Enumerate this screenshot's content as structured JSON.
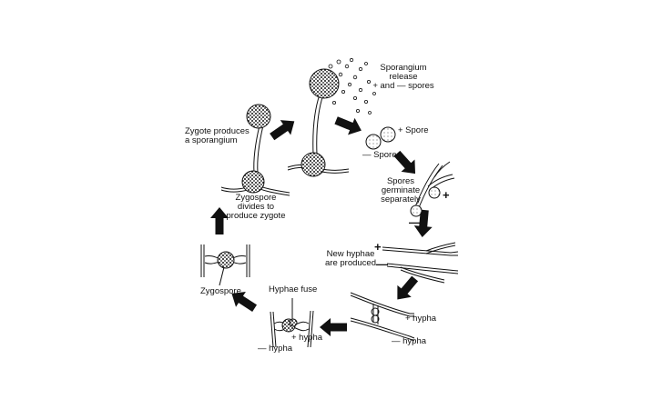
{
  "colors": {
    "ink": "#111111",
    "background": "#ffffff"
  },
  "labels": {
    "sporangium_release_line1": "Sporangium",
    "sporangium_release_line2": "release",
    "sporangium_release_line3": "+ and — spores",
    "plus_spore": "+ Spore",
    "minus_spore": "— Spore",
    "spores_germinate_line1": "Spores",
    "spores_germinate_line2": "germinate",
    "spores_germinate_line3": "separately",
    "germinate_plus": "+",
    "germinate_minus": "—",
    "new_hyphae_line1": "New hyphae",
    "new_hyphae_line2": "are produced",
    "new_hyphae_plus": "+",
    "new_hyphae_minus": "—",
    "plus_hypha_right": "+ hypha",
    "minus_hypha_right": "— hypha",
    "hyphae_fuse": "Hyphae fuse",
    "plus_hypha_left": "+ hypha",
    "minus_hypha_left": "— hypha",
    "zygospore": "Zygospore",
    "zygospore_divides_line1": "Zygospore",
    "zygospore_divides_line2": "divides to",
    "zygospore_divides_line3": "produce zygote",
    "zygote_produces_line1": "Zygote produces",
    "zygote_produces_line2": "a sporangium"
  }
}
